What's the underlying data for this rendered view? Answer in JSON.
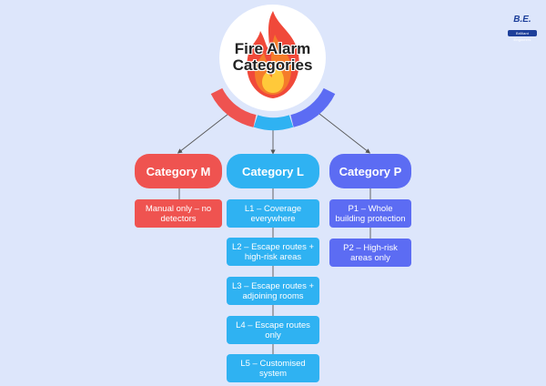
{
  "logo": {
    "mark": "B.E.",
    "tagline": "Brilliant Engineers"
  },
  "title": {
    "line1": "Fire Alarm",
    "line2": "Categories"
  },
  "categories": [
    {
      "label": "Category M",
      "color": "#ef5350",
      "items": [
        "Manual only – no detectors"
      ]
    },
    {
      "label": "Category L",
      "color": "#2fb2f2",
      "items": [
        "L1 – Coverage everywhere",
        "L2 – Escape routes + high-risk areas",
        "L3 – Escape routes + adjoining rooms",
        "L4 – Escape routes only",
        "L5 – Customised system"
      ]
    },
    {
      "label": "Category P",
      "color": "#5c6cf3",
      "items": [
        "P1 – Whole building protection",
        "P2 – High-risk areas only"
      ]
    }
  ],
  "icons": {
    "center": "flame-icon"
  },
  "colors": {
    "background": "#dde6fb",
    "line": "#555555"
  }
}
